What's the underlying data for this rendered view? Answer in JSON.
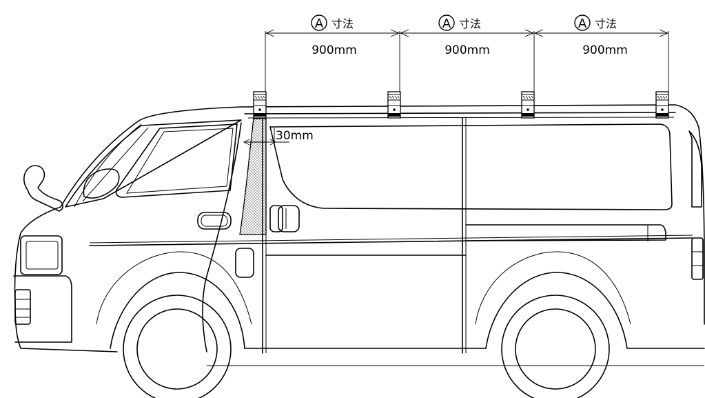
{
  "dimensions": [
    {
      "marker": "A",
      "label": "寸法",
      "value": "900mm"
    },
    {
      "marker": "A",
      "label": "寸法",
      "value": "900mm"
    },
    {
      "marker": "A",
      "label": "寸法",
      "value": "900mm"
    }
  ],
  "pillar_offset": "30mm",
  "colors": {
    "line": "#000000",
    "background": "#ffffff"
  }
}
